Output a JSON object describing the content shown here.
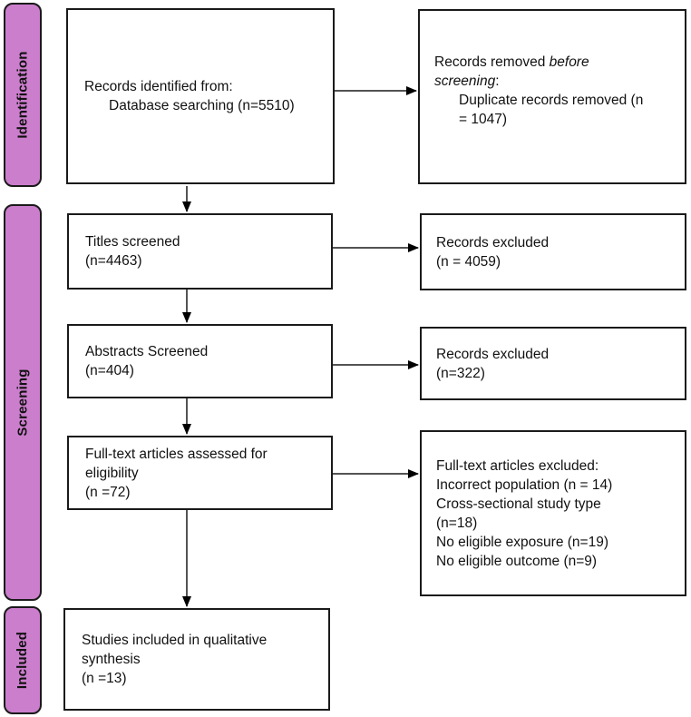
{
  "stages": {
    "identification": "Identification",
    "screening": "Screening",
    "included": "Included"
  },
  "boxes": {
    "records_identified": {
      "line1": "Records identified from:",
      "line2": "Database searching (n=5510)"
    },
    "records_removed": {
      "line1_normal": "Records removed ",
      "line1_italic": "before",
      "line2_italic": "screening",
      "line2_normal": ":",
      "line3": "Duplicate records removed (n",
      "line4": "= 1047)"
    },
    "titles_screened": {
      "line1": "Titles screened",
      "line2": "(n=4463)"
    },
    "records_excluded_titles": {
      "line1": "Records excluded",
      "line2": "(n = 4059)"
    },
    "abstracts_screened": {
      "line1": "Abstracts Screened",
      "line2": "(n=404)"
    },
    "records_excluded_abstracts": {
      "line1": "Records excluded",
      "line2": "(n=322)"
    },
    "fulltext_assessed": {
      "line1": "Full-text articles assessed for",
      "line2": "eligibility",
      "line3": "(n =72)"
    },
    "fulltext_excluded": {
      "line1": "Full-text articles excluded:",
      "line2": "Incorrect population (n = 14)",
      "line3": "Cross-sectional study type",
      "line4": "(n=18)",
      "line5": "No eligible exposure (n=19)",
      "line6": "No eligible outcome (n=9)"
    },
    "studies_included": {
      "line1": "Studies included in qualitative",
      "line2": "synthesis",
      "line3": "(n =13)"
    }
  },
  "colors": {
    "stage_fill": "#CB7ECC",
    "stage_border": "#1a1a1a",
    "box_border": "#1a1a1a",
    "box_background": "#FFFFFF",
    "arrow": "#000000",
    "page_background": "#FFFFFF"
  }
}
